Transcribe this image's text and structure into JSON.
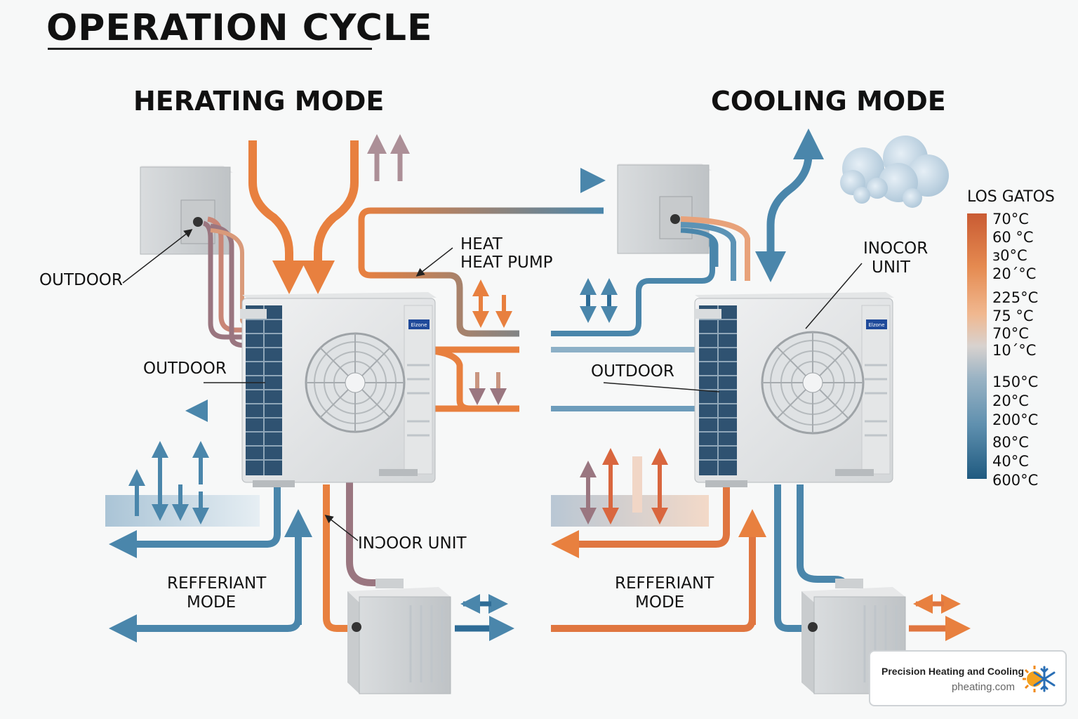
{
  "title": "OPERATION CYCLE",
  "heating": {
    "mode_title": "HERATING MODE",
    "outdoor_top_label": "OUTDOOR",
    "outdoor_mid_label": "OUTDOOR",
    "heat_pump_label_1": "HEAT",
    "heat_pump_label_2": "HEAT PUMP",
    "indoor_unit_label": "INƆOOR UNIT",
    "refrigerant_label_1": "REFFERIANT",
    "refrigerant_label_2": "MODE",
    "brand_label": "Elzone"
  },
  "cooling": {
    "mode_title": "COOLING MODE",
    "indoor_unit_label_1": "INOCOR",
    "indoor_unit_label_2": "UNIT",
    "outdoor_label": "OUTDOOR",
    "refrigerant_label_1": "REFFERIANT",
    "refrigerant_label_2": "MODE",
    "brand_label": "Elzone"
  },
  "legend": {
    "title": "LOS GATOS",
    "values": [
      "70°C",
      "60 °C",
      "ɜ0°C",
      "20´°C",
      "225°C",
      "75 °C",
      "70°C",
      "10´°C",
      "150°C",
      "20°C",
      "200°C",
      "80°C",
      "40°C",
      "600°C"
    ]
  },
  "badge": {
    "company": "Precision Heating and Cooling",
    "url": "pheating.com",
    "logo_icon": "sun-snowflake-icon"
  },
  "colors": {
    "hot": "#e8803f",
    "cold": "#4a86ab",
    "mauve": "#9a7680",
    "legend_top": "#c95b33",
    "legend_bottom": "#1f5a80"
  }
}
